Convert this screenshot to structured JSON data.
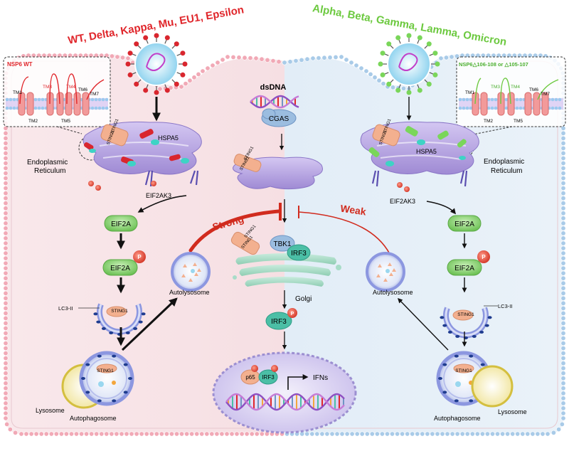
{
  "colors": {
    "left_bg": "#f6dfe3",
    "right_bg": "#dfeaf5",
    "membrane_left": "#f1a9b6",
    "membrane_right": "#a9cbe8",
    "er": "#b9a6e0",
    "golgi": "#a8dcc8",
    "eif2a": "#8fd67a",
    "strong_red": "#d12b1e",
    "variant_left": "#e0262b",
    "variant_right": "#6cc93f",
    "sting": "#f3b08f",
    "irf3": "#4bbfa6",
    "tbk1": "#9bbde0",
    "phospho": "#e54b3c"
  },
  "left_title": "WT, Delta, Kappa, Mu, EU1, Epsilon",
  "right_title": "Alpha, Beta, Gamma, Lamma, Omicron",
  "inset_left": {
    "title": "NSP6 WT",
    "tm_labels": [
      "TM1",
      "TM2",
      "TM3",
      "TM4",
      "TM5",
      "TM6",
      "TM7"
    ]
  },
  "inset_right": {
    "title": "NSP6△106-108 or △105-107",
    "tm_labels": [
      "TM1",
      "TM2",
      "TM3",
      "TM4",
      "TM5",
      "TM6",
      "TM7"
    ]
  },
  "left_path": {
    "sting_a": "STING1",
    "sting_b": "STING1",
    "hspa5": "HSPA5",
    "er_line1": "Endoplasmic",
    "er_line2": "Reticulum",
    "eif2ak3": "EIF2AK3",
    "eif2a": "EIF2A",
    "eif2a_p": "EIF2A",
    "p": "P",
    "lc3": "LC3-II",
    "sting_phagophore": "STING1",
    "sting_auto": "STING1",
    "lysosome": "Lysosome",
    "autophagosome": "Autophagosome",
    "autolysosome": "Autolysosome",
    "strength": "Strong"
  },
  "right_path": {
    "sting_a": "STING1",
    "sting_b": "STING1",
    "hspa5": "HSPA5",
    "er_line1": "Endoplasmic",
    "er_line2": "Reticulum",
    "eif2ak3": "EIF2AK3",
    "eif2a": "EIF2A",
    "eif2a_p": "EIF2A",
    "p": "P",
    "lc3": "LC3-II",
    "sting_phagophore": "STING1",
    "sting_auto": "STING1",
    "lysosome": "Lysosome",
    "autophagosome": "Autophagosome",
    "autolysosome": "Autolysosome",
    "strength": "Weak"
  },
  "center": {
    "dsdna": "dsDNA",
    "cgas": "CGAS",
    "sting_a": "STING1",
    "sting_b": "STING1",
    "sting_c": "STING1",
    "sting_d": "STING1",
    "tbk1": "TBK1",
    "irf3": "IRF3",
    "golgi": "Golgi",
    "irf3_p": "IRF3",
    "p65": "p65",
    "irf3_nuc": "IRF3",
    "ifns": "IFNs",
    "p": "P"
  }
}
